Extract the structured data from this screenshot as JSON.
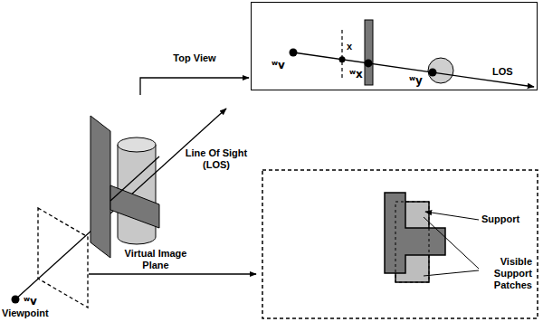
{
  "diagram": {
    "nodes": [
      {
        "text": [
          "ʷv",
          "x",
          "ʷx",
          "ʷy",
          "LOS"
        ]
      }
    ],
    "labels": [
      "Top View",
      "Line Of Sight (LOS)",
      "Virtual Image Plane",
      "ʷv",
      "Viewpoint",
      "Support",
      "Visible Support Patches"
    ]
  }
}
